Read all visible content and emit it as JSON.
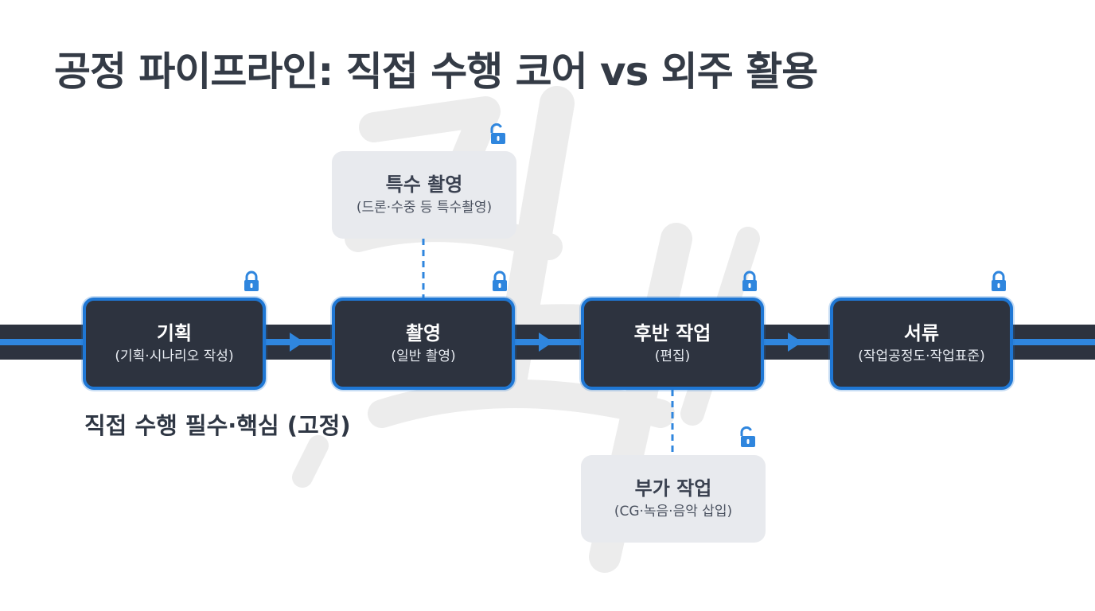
{
  "title": "공정 파이프라인: 직접 수행 코어 vs 외주 활용",
  "core_steps": [
    {
      "title": "기획",
      "subtitle": "(기획·시나리오 작성)"
    },
    {
      "title": "촬영",
      "subtitle": "(일반 촬영)"
    },
    {
      "title": "후반 작업",
      "subtitle": "(편집)"
    },
    {
      "title": "서류",
      "subtitle": "(작업공정도·작업표준)"
    }
  ],
  "optional_steps": [
    {
      "title": "특수 촬영",
      "subtitle": "(드론·수중 등 특수촬영)"
    },
    {
      "title": "부가 작업",
      "subtitle": "(CG·녹음·음악 삽입)"
    }
  ],
  "core_label": "직접 수행 필수·핵심 (고정)",
  "colors": {
    "core_fill": "#2d333f",
    "core_border": "#1f77d4",
    "track_dark": "#2d333f",
    "track_blue": "#2f86de",
    "optional_fill": "#e8eaee",
    "dashed_link": "#2f86de"
  },
  "icons": {
    "core_lock": "lock-closed-icon",
    "optional_lock": "lock-open-icon"
  }
}
